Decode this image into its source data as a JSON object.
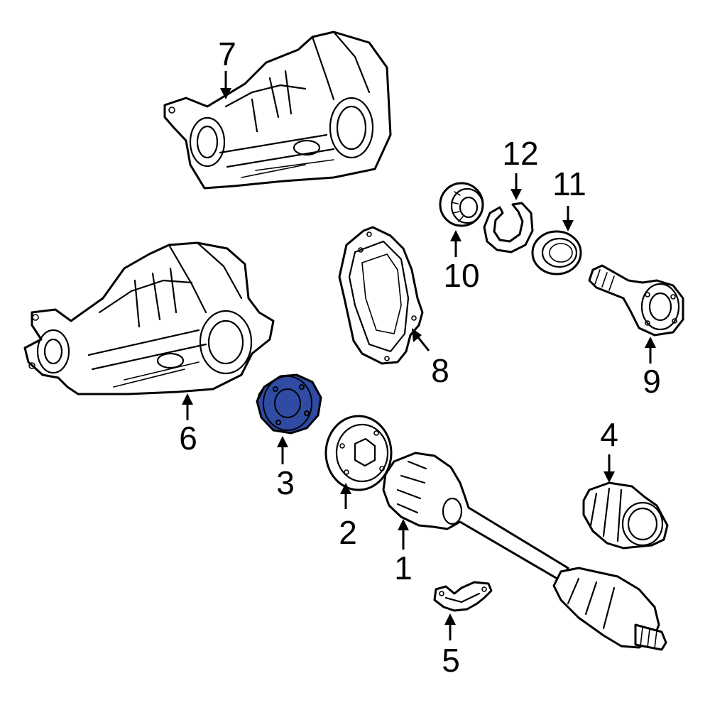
{
  "callouts": [
    {
      "id": "1",
      "label": "1"
    },
    {
      "id": "2",
      "label": "2"
    },
    {
      "id": "3",
      "label": "3"
    },
    {
      "id": "4",
      "label": "4"
    },
    {
      "id": "5",
      "label": "5"
    },
    {
      "id": "6",
      "label": "6"
    },
    {
      "id": "7",
      "label": "7"
    },
    {
      "id": "8",
      "label": "8"
    },
    {
      "id": "9",
      "label": "9"
    },
    {
      "id": "10",
      "label": "10"
    },
    {
      "id": "11",
      "label": "11"
    },
    {
      "id": "12",
      "label": "12"
    }
  ],
  "highlight_color": "#2f4ba3",
  "highlighted_part": "3"
}
